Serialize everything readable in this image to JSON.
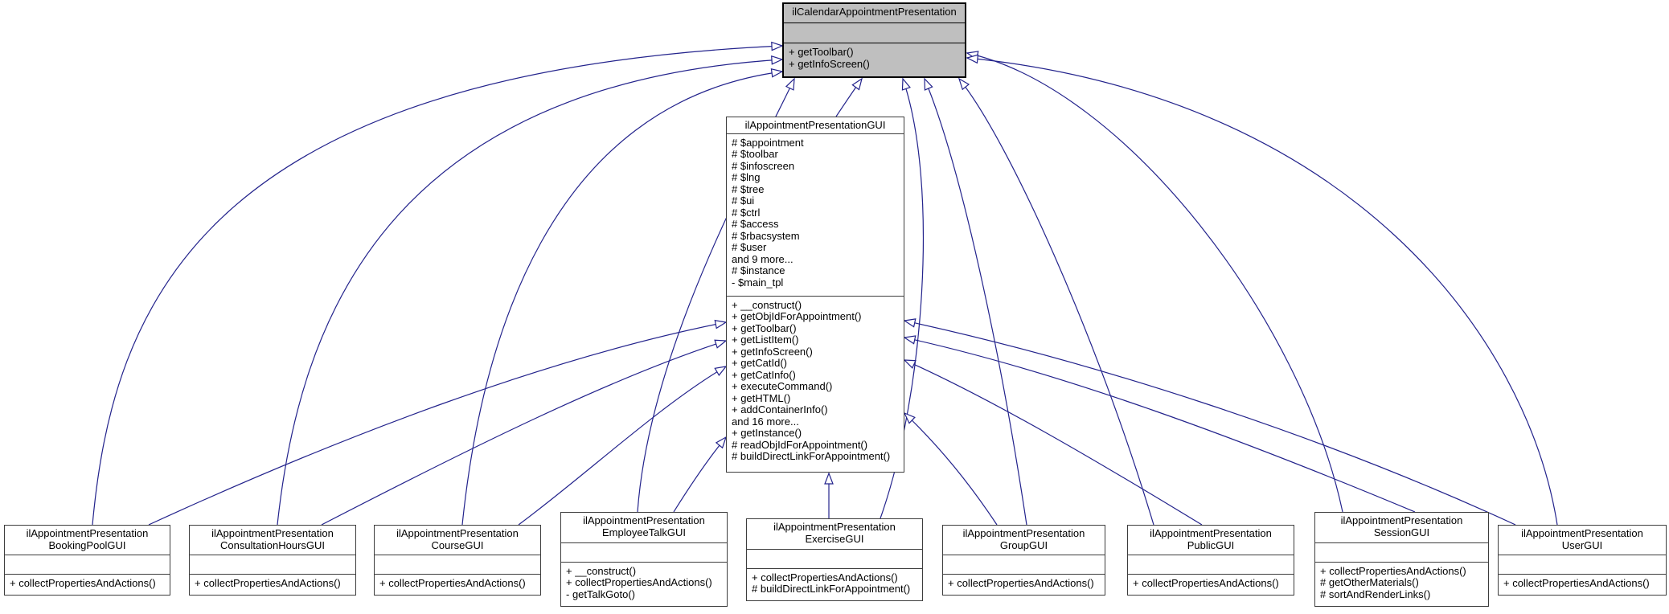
{
  "diagram": {
    "type": "uml-inheritance-graph",
    "colors": {
      "edge": "#23238c",
      "highlight_fill": "#bfbfbf",
      "box_fill": "#ffffff",
      "border": "#3d3d3d",
      "text": "#000000"
    },
    "classes": [
      {
        "id": "ilCalendarAppointmentPresentation",
        "title": "ilCalendarAppointmentPresentation",
        "attributes": [],
        "methods": [
          "+ getToolbar()",
          "+ getInfoScreen()"
        ],
        "highlighted": true
      },
      {
        "id": "ilAppointmentPresentationGUI",
        "title": "ilAppointmentPresentationGUI",
        "attributes": [
          "# $appointment",
          "# $toolbar",
          "# $infoscreen",
          "# $lng",
          "# $tree",
          "# $ui",
          "# $ctrl",
          "# $access",
          "# $rbacsystem",
          "# $user",
          "and 9 more...",
          "# $instance",
          "- $main_tpl"
        ],
        "methods": [
          "+ __construct()",
          "+ getObjIdForAppointment()",
          "+ getToolbar()",
          "+ getListItem()",
          "+ getInfoScreen()",
          "+ getCatId()",
          "+ getCatInfo()",
          "+ executeCommand()",
          "+ getHTML()",
          "+ addContainerInfo()",
          "and 16 more...",
          "+ getInstance()",
          "# readObjIdForAppointment()",
          "# buildDirectLinkForAppointment()"
        ],
        "highlighted": false
      },
      {
        "id": "ilAppointmentPresentationBookingPoolGUI",
        "title": "ilAppointmentPresentation\nBookingPoolGUI",
        "attributes": [],
        "methods": [
          "+ collectPropertiesAndActions()"
        ],
        "highlighted": false
      },
      {
        "id": "ilAppointmentPresentationConsultationHoursGUI",
        "title": "ilAppointmentPresentation\nConsultationHoursGUI",
        "attributes": [],
        "methods": [
          "+ collectPropertiesAndActions()"
        ],
        "highlighted": false
      },
      {
        "id": "ilAppointmentPresentationCourseGUI",
        "title": "ilAppointmentPresentation\nCourseGUI",
        "attributes": [],
        "methods": [
          "+ collectPropertiesAndActions()"
        ],
        "highlighted": false
      },
      {
        "id": "ilAppointmentPresentationEmployeeTalkGUI",
        "title": "ilAppointmentPresentation\nEmployeeTalkGUI",
        "attributes": [],
        "methods": [
          "+ __construct()",
          "+ collectPropertiesAndActions()",
          "- getTalkGoto()"
        ],
        "highlighted": false
      },
      {
        "id": "ilAppointmentPresentationExerciseGUI",
        "title": "ilAppointmentPresentation\nExerciseGUI",
        "attributes": [],
        "methods": [
          "+ collectPropertiesAndActions()",
          "# buildDirectLinkForAppointment()"
        ],
        "highlighted": false
      },
      {
        "id": "ilAppointmentPresentationGroupGUI",
        "title": "ilAppointmentPresentation\nGroupGUI",
        "attributes": [],
        "methods": [
          "+ collectPropertiesAndActions()"
        ],
        "highlighted": false
      },
      {
        "id": "ilAppointmentPresentationPublicGUI",
        "title": "ilAppointmentPresentation\nPublicGUI",
        "attributes": [],
        "methods": [
          "+ collectPropertiesAndActions()"
        ],
        "highlighted": false
      },
      {
        "id": "ilAppointmentPresentationSessionGUI",
        "title": "ilAppointmentPresentation\nSessionGUI",
        "attributes": [],
        "methods": [
          "+ collectPropertiesAndActions()",
          "# getOtherMaterials()",
          "# sortAndRenderLinks()"
        ],
        "highlighted": false
      },
      {
        "id": "ilAppointmentPresentationUserGUI",
        "title": "ilAppointmentPresentation\nUserGUI",
        "attributes": [],
        "methods": [
          "+ collectPropertiesAndActions()"
        ],
        "highlighted": false
      }
    ],
    "edges": [
      {
        "from": "ilAppointmentPresentationGUI",
        "to": "ilCalendarAppointmentPresentation",
        "type": "inheritance"
      },
      {
        "from": "ilAppointmentPresentationBookingPoolGUI",
        "to": "ilCalendarAppointmentPresentation",
        "type": "inheritance"
      },
      {
        "from": "ilAppointmentPresentationConsultationHoursGUI",
        "to": "ilCalendarAppointmentPresentation",
        "type": "inheritance"
      },
      {
        "from": "ilAppointmentPresentationCourseGUI",
        "to": "ilCalendarAppointmentPresentation",
        "type": "inheritance"
      },
      {
        "from": "ilAppointmentPresentationEmployeeTalkGUI",
        "to": "ilCalendarAppointmentPresentation",
        "type": "inheritance"
      },
      {
        "from": "ilAppointmentPresentationExerciseGUI",
        "to": "ilCalendarAppointmentPresentation",
        "type": "inheritance"
      },
      {
        "from": "ilAppointmentPresentationGroupGUI",
        "to": "ilCalendarAppointmentPresentation",
        "type": "inheritance"
      },
      {
        "from": "ilAppointmentPresentationPublicGUI",
        "to": "ilCalendarAppointmentPresentation",
        "type": "inheritance"
      },
      {
        "from": "ilAppointmentPresentationSessionGUI",
        "to": "ilCalendarAppointmentPresentation",
        "type": "inheritance"
      },
      {
        "from": "ilAppointmentPresentationUserGUI",
        "to": "ilCalendarAppointmentPresentation",
        "type": "inheritance"
      },
      {
        "from": "ilAppointmentPresentationBookingPoolGUI",
        "to": "ilAppointmentPresentationGUI",
        "type": "inheritance"
      },
      {
        "from": "ilAppointmentPresentationConsultationHoursGUI",
        "to": "ilAppointmentPresentationGUI",
        "type": "inheritance"
      },
      {
        "from": "ilAppointmentPresentationCourseGUI",
        "to": "ilAppointmentPresentationGUI",
        "type": "inheritance"
      },
      {
        "from": "ilAppointmentPresentationEmployeeTalkGUI",
        "to": "ilAppointmentPresentationGUI",
        "type": "inheritance"
      },
      {
        "from": "ilAppointmentPresentationExerciseGUI",
        "to": "ilAppointmentPresentationGUI",
        "type": "inheritance"
      },
      {
        "from": "ilAppointmentPresentationGroupGUI",
        "to": "ilAppointmentPresentationGUI",
        "type": "inheritance"
      },
      {
        "from": "ilAppointmentPresentationPublicGUI",
        "to": "ilAppointmentPresentationGUI",
        "type": "inheritance"
      },
      {
        "from": "ilAppointmentPresentationSessionGUI",
        "to": "ilAppointmentPresentationGUI",
        "type": "inheritance"
      },
      {
        "from": "ilAppointmentPresentationUserGUI",
        "to": "ilAppointmentPresentationGUI",
        "type": "inheritance"
      }
    ]
  }
}
